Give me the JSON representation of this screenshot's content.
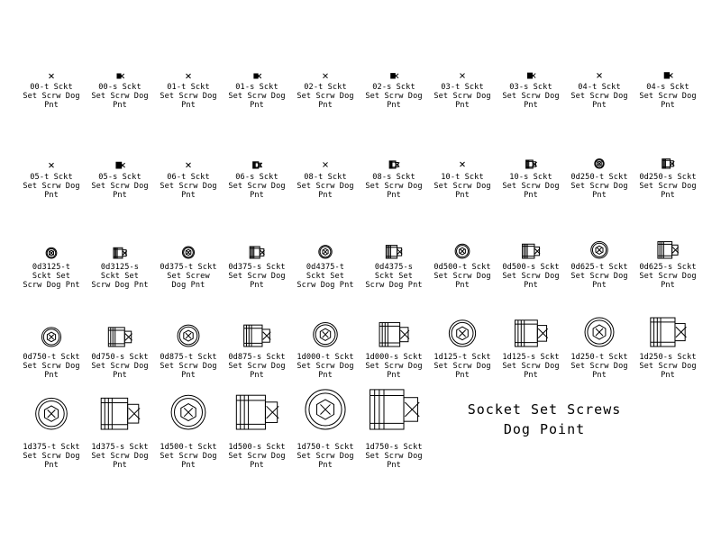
{
  "title": {
    "line1": "Socket Set Screws",
    "line2": "Dog Point"
  },
  "rows": [
    [
      {
        "label": "00-t Sckt\nSet Scrw Dog\nPnt",
        "view": "t",
        "size": 0.5
      },
      {
        "label": "00-s Sckt\nSet Scrw Dog\nPnt",
        "view": "s",
        "size": 0.5
      },
      {
        "label": "01-t Sckt\nSet Scrw Dog\nPnt",
        "view": "t",
        "size": 0.55
      },
      {
        "label": "01-s Sckt\nSet Scrw Dog\nPnt",
        "view": "s",
        "size": 0.55
      },
      {
        "label": "02-t Sckt\nSet Scrw Dog\nPnt",
        "view": "t",
        "size": 0.6
      },
      {
        "label": "02-s Sckt\nSet Scrw Dog\nPnt",
        "view": "s",
        "size": 0.6
      },
      {
        "label": "03-t Sckt\nSet Scrw Dog\nPnt",
        "view": "t",
        "size": 0.65
      },
      {
        "label": "03-s Sckt\nSet Scrw Dog\nPnt",
        "view": "s",
        "size": 0.65
      },
      {
        "label": "04-t Sckt\nSet Scrw Dog\nPnt",
        "view": "t",
        "size": 0.7
      },
      {
        "label": "04-s Sckt\nSet Scrw Dog\nPnt",
        "view": "s",
        "size": 0.7
      }
    ],
    [
      {
        "label": "05-t Sckt\nSet Scrw Dog\nPnt",
        "view": "t",
        "size": 0.75
      },
      {
        "label": "05-s Sckt\nSet Scrw Dog\nPnt",
        "view": "s",
        "size": 0.75
      },
      {
        "label": "06-t Sckt\nSet Scrw Dog\nPnt",
        "view": "t",
        "size": 0.8
      },
      {
        "label": "06-s Sckt\nSet Scrw Dog\nPnt",
        "view": "s",
        "size": 0.8
      },
      {
        "label": "08-t Sckt\nSet Scrw Dog\nPnt",
        "view": "t",
        "size": 0.9
      },
      {
        "label": "08-s Sckt\nSet Scrw Dog\nPnt",
        "view": "s",
        "size": 0.9
      },
      {
        "label": "10-t Sckt\nSet Scrw Dog\nPnt",
        "view": "t",
        "size": 1.0
      },
      {
        "label": "10-s Sckt\nSet Scrw Dog\nPnt",
        "view": "s",
        "size": 1.0
      },
      {
        "label": "0d250-t Sckt\nSet Scrw Dog\nPnt",
        "view": "t",
        "size": 1.15
      },
      {
        "label": "0d250-s Sckt\nSet Scrw Dog\nPnt",
        "view": "s",
        "size": 1.15
      }
    ],
    [
      {
        "label": "0d3125-t\nSckt Set\nScrw Dog Pnt",
        "view": "t",
        "size": 1.3
      },
      {
        "label": "0d3125-s\nSckt Set\nScrw Dog Pnt",
        "view": "s",
        "size": 1.3
      },
      {
        "label": "0d375-t Sckt\nSet Screw\nDog Pnt",
        "view": "t",
        "size": 1.45
      },
      {
        "label": "0d375-s Sckt\nSet Scrw Dog\nPnt",
        "view": "s",
        "size": 1.45
      },
      {
        "label": "0d4375-t\nSckt Set\nScrw Dog Pnt",
        "view": "t",
        "size": 1.6
      },
      {
        "label": "0d4375-s\nSckt Set\nScrw Dog Pnt",
        "view": "s",
        "size": 1.6
      },
      {
        "label": "0d500-t Sckt\nSet Scrw Dog\nPnt",
        "view": "t",
        "size": 1.75
      },
      {
        "label": "0d500-s Sckt\nSet Scrw Dog\nPnt",
        "view": "s",
        "size": 1.75
      },
      {
        "label": "0d625-t Sckt\nSet Scrw Dog\nPnt",
        "view": "t",
        "size": 2.05
      },
      {
        "label": "0d625-s Sckt\nSet Scrw Dog\nPnt",
        "view": "s",
        "size": 2.05
      }
    ],
    [
      {
        "label": "0d750-t Sckt\nSet Scrw Dog\nPnt",
        "view": "t",
        "size": 2.35
      },
      {
        "label": "0d750-s Sckt\nSet Scrw Dog\nPnt",
        "view": "s",
        "size": 2.35
      },
      {
        "label": "0d875-t Sckt\nSet Scrw Dog\nPnt",
        "view": "t",
        "size": 2.65
      },
      {
        "label": "0d875-s Sckt\nSet Scrw Dog\nPnt",
        "view": "s",
        "size": 2.65
      },
      {
        "label": "1d000-t Sckt\nSet Scrw Dog\nPnt",
        "view": "t",
        "size": 2.95
      },
      {
        "label": "1d000-s Sckt\nSet Scrw Dog\nPnt",
        "view": "s",
        "size": 2.95
      },
      {
        "label": "1d125-t Sckt\nSet Scrw Dog\nPnt",
        "view": "t",
        "size": 3.25
      },
      {
        "label": "1d125-s Sckt\nSet Scrw Dog\nPnt",
        "view": "s",
        "size": 3.25
      },
      {
        "label": "1d250-t Sckt\nSet Scrw Dog\nPnt",
        "view": "t",
        "size": 3.55
      },
      {
        "label": "1d250-s Sckt\nSet Scrw Dog\nPnt",
        "view": "s",
        "size": 3.55
      }
    ],
    [
      {
        "label": "1d375-t Sckt\nSet Scrw Dog\nPnt",
        "view": "t",
        "size": 3.85
      },
      {
        "label": "1d375-s Sckt\nSet Scrw Dog\nPnt",
        "view": "s",
        "size": 3.85
      },
      {
        "label": "1d500-t Sckt\nSet Scrw Dog\nPnt",
        "view": "t",
        "size": 4.2
      },
      {
        "label": "1d500-s Sckt\nSet Scrw Dog\nPnt",
        "view": "s",
        "size": 4.2
      },
      {
        "label": "1d750-t Sckt\nSet Scrw Dog\nPnt",
        "view": "t",
        "size": 4.9
      },
      {
        "label": "1d750-s Sckt\nSet Scrw Dog\nPnt",
        "view": "s",
        "size": 4.9
      }
    ]
  ]
}
